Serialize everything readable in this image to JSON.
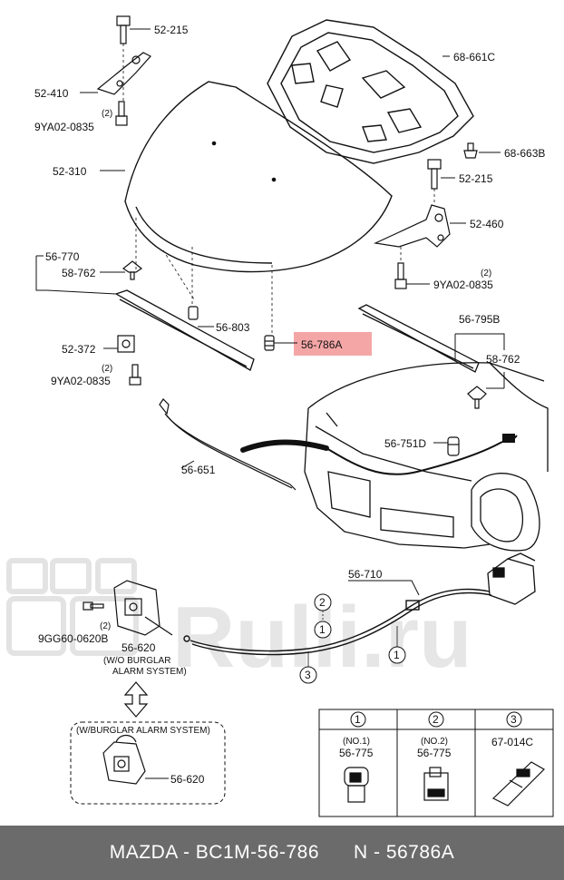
{
  "parts": {
    "p52_215_top": "52-215",
    "p52_410": "52-410",
    "p2_a": "(2)",
    "p9ya_a": "9YA02-0835",
    "p68_661c": "68-661C",
    "p68_663b": "68-663B",
    "p52_310": "52-310",
    "p52_215_right": "52-215",
    "p52_460": "52-460",
    "p2_b": "(2)",
    "p9ya_b": "9YA02-0835",
    "p56_770": "56-770",
    "p58_762_left": "58-762",
    "p56_803": "56-803",
    "p56_786a": "56-786A",
    "p52_372": "52-372",
    "p2_c": "(2)",
    "p9ya_c": "9YA02-0835",
    "p56_795b": "56-795B",
    "p58_762_right": "58-762",
    "p56_651": "56-651",
    "p56_751d": "56-751D",
    "p56_710": "56-710",
    "p2_d": "(2)",
    "p9gg": "9GG60-0620B",
    "p56_620_a": "56-620",
    "wo_burglar_1": "(W/O BURGLAR",
    "wo_burglar_2": "ALARM SYSTEM)",
    "w_burglar": "(W/BURGLAR ALARM SYSTEM)",
    "p56_620_b": "56-620"
  },
  "callouts": {
    "c1": "1",
    "c2": "2",
    "c3": "3",
    "c1b": "1",
    "c2b": "2",
    "c3b": "3"
  },
  "legend": {
    "col1_no": "(NO.1)",
    "col1_part": "56-775",
    "col2_no": "(NO.2)",
    "col2_part": "56-775",
    "col3_part": "67-014C"
  },
  "watermark": "Rulli.ru",
  "footer": {
    "left": "MAZDA - BC1M-56-786",
    "right": "N - 56786A"
  },
  "colors": {
    "highlight": "#f4a6a6",
    "footer_bg": "#6b6b6b"
  }
}
